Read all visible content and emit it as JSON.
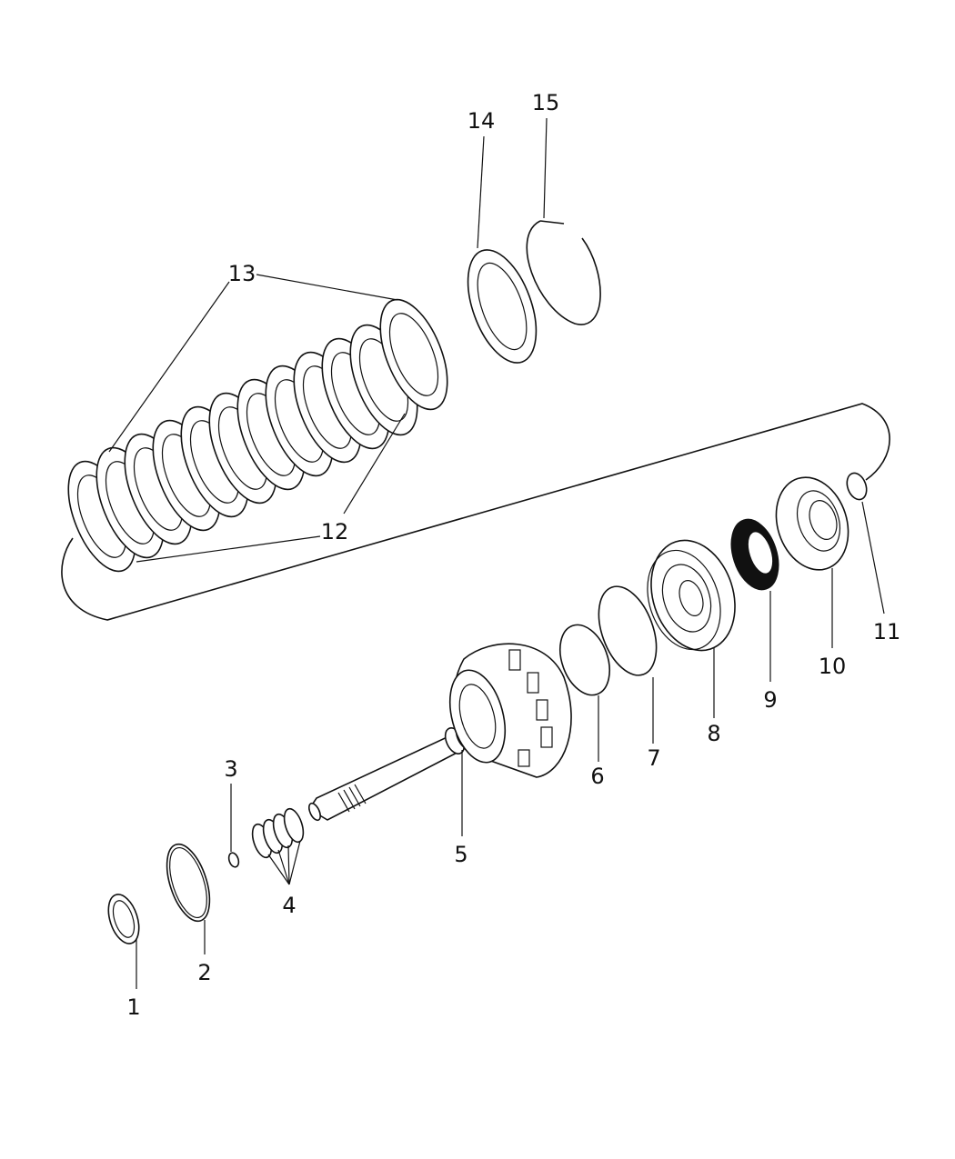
{
  "diagram": {
    "type": "exploded-parts-diagram",
    "callouts": [
      "1",
      "2",
      "3",
      "4",
      "5",
      "6",
      "7",
      "8",
      "9",
      "10",
      "11",
      "12",
      "13",
      "14",
      "15"
    ]
  }
}
